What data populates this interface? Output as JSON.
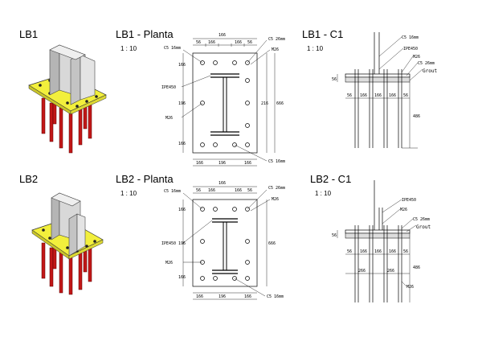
{
  "details": [
    {
      "key": "lb1",
      "label": "LB1"
    },
    {
      "key": "lb1_planta",
      "label": "LB1 - Planta",
      "scale": "1 : 10"
    },
    {
      "key": "lb1_c1",
      "label": "LB1 - C1",
      "scale": "1 : 10"
    },
    {
      "key": "lb2",
      "label": "LB2"
    },
    {
      "key": "lb2_planta",
      "label": "LB2 - Planta",
      "scale": "1 : 10"
    },
    {
      "key": "lb2_c1",
      "label": "LB2 - C1",
      "scale": "1 : 10"
    }
  ],
  "annotations": {
    "plate_dim": "166",
    "bolt_hole": "C5 26mm",
    "bolt_hole_small": "C5 16mm",
    "bolt": "M26",
    "profile": "IPE450",
    "grout": "Grout",
    "dims": [
      "56",
      "166",
      "196",
      "216",
      "666",
      "486",
      "266"
    ]
  },
  "colors": {
    "plate": "#f2ef3c",
    "column": "#c8c8c8",
    "bolt": "#c21717",
    "line": "#000000"
  }
}
